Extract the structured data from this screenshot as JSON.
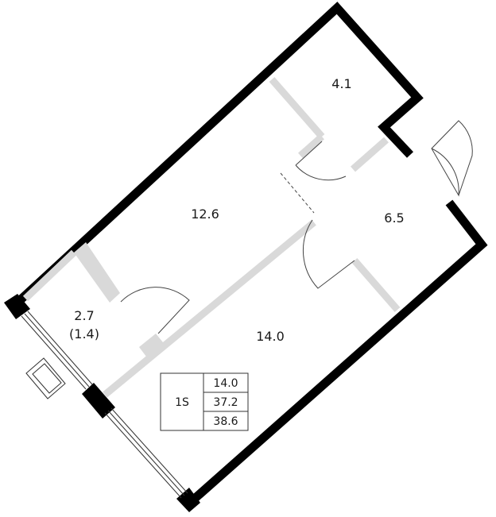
{
  "rooms": [
    {
      "id": "bath",
      "area": "4.1"
    },
    {
      "id": "living",
      "area": "12.6"
    },
    {
      "id": "hall",
      "area": "6.5"
    },
    {
      "id": "loggia",
      "area": "2.7",
      "area_reduced": "(1.4)"
    },
    {
      "id": "kitchen",
      "area": "14.0"
    }
  ],
  "summary": {
    "type": "1S",
    "living_area": "14.0",
    "total_area": "37.2",
    "total_with_loggia": "38.6"
  },
  "colors": {
    "wall": "#000000",
    "partition": "#d9d9d9",
    "line": "#555555"
  }
}
